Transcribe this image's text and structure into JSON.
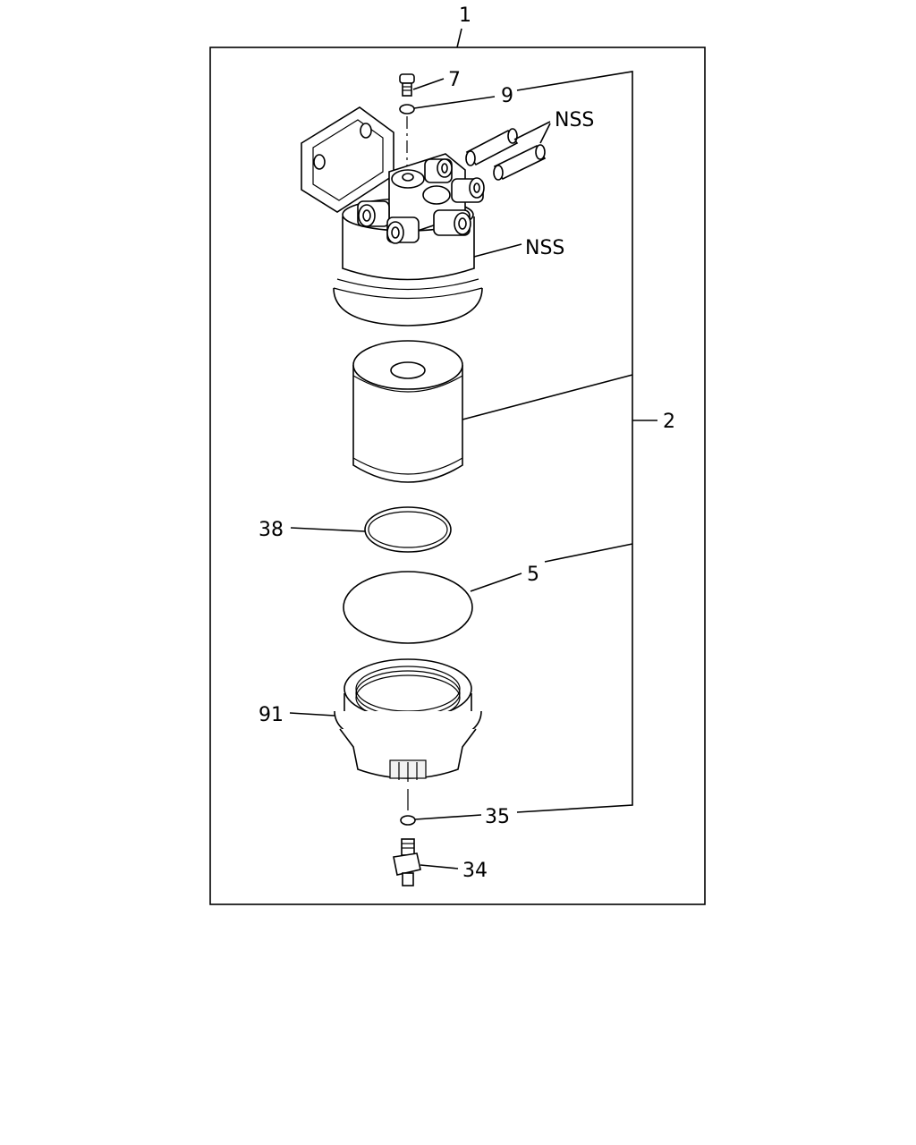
{
  "diagram": {
    "callouts": {
      "c1": "1",
      "c7": "7",
      "c9": "9",
      "nss_fittings": "NSS",
      "nss_head": "NSS",
      "c2": "2",
      "c38": "38",
      "c5": "5",
      "c91": "91",
      "c35": "35",
      "c34": "34"
    }
  }
}
